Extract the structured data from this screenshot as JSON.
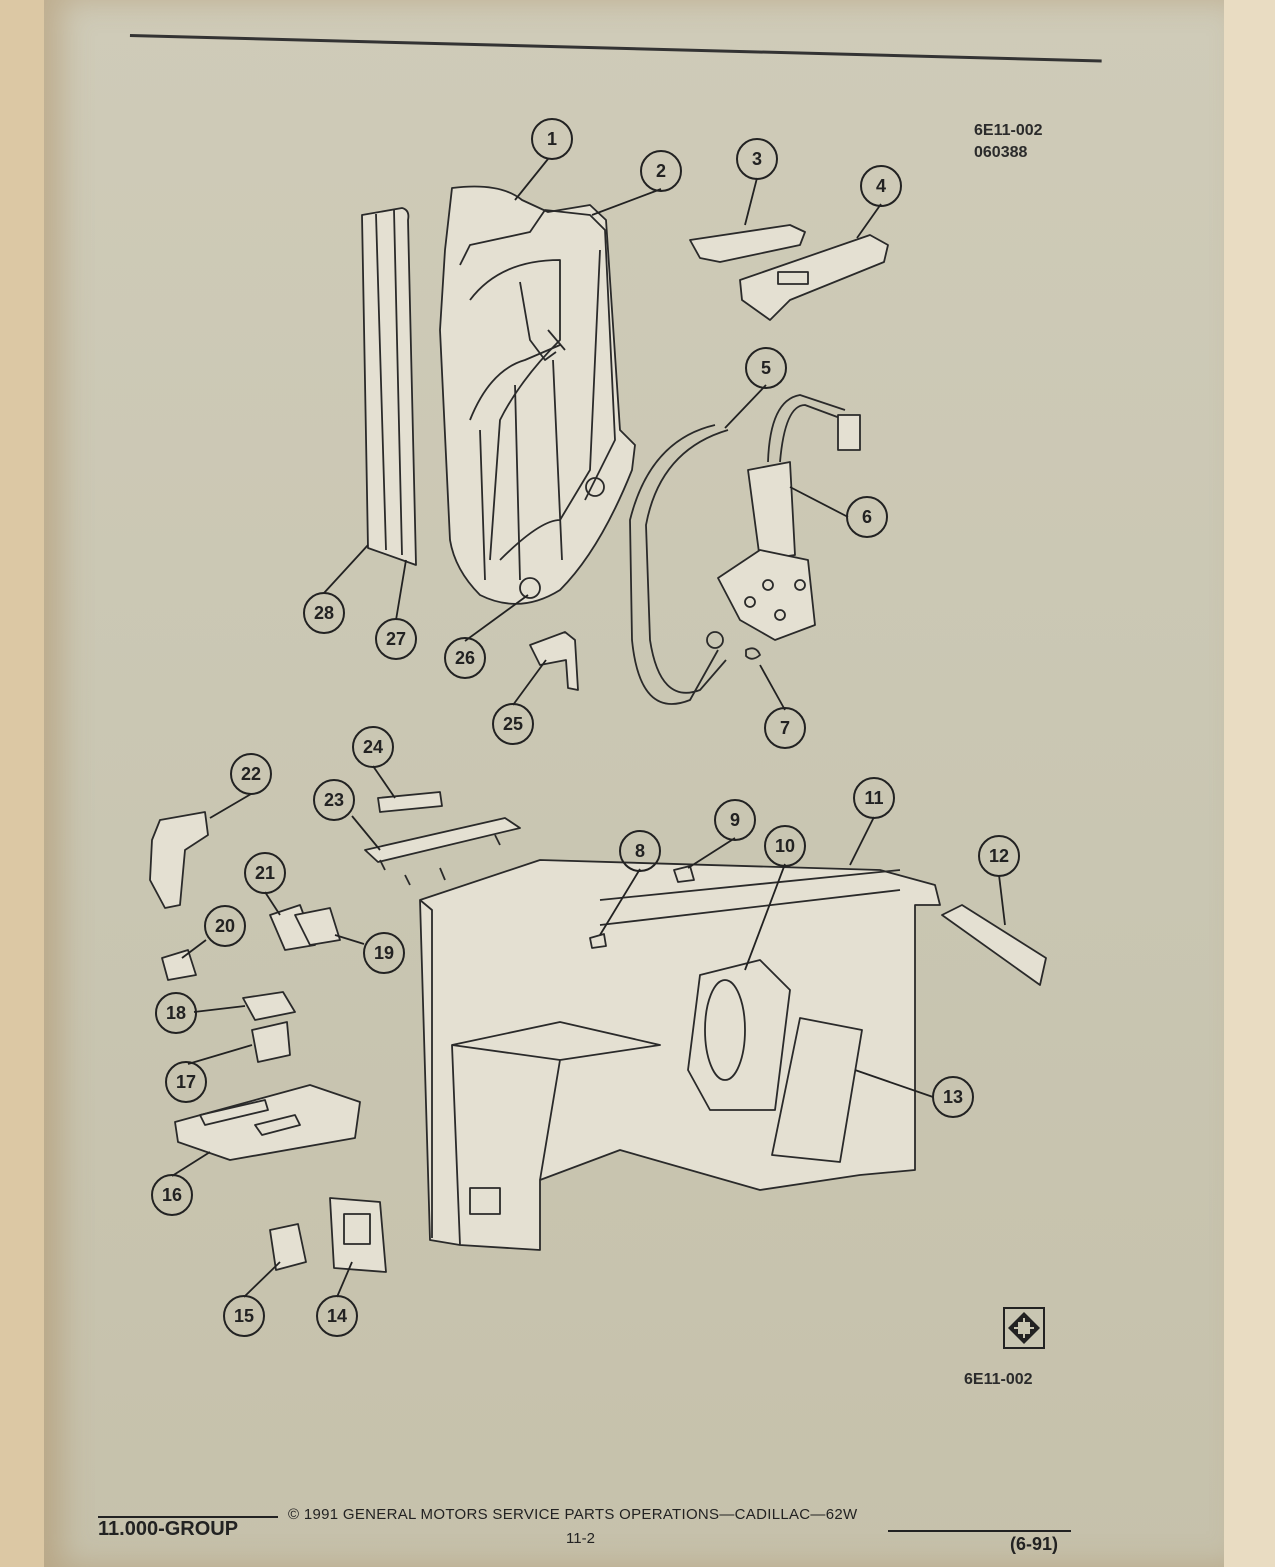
{
  "header": {
    "code_line1": "6E11-002",
    "code_line2": "060388"
  },
  "figure": {
    "code_bottom": "6E11-002",
    "callouts": [
      "1",
      "2",
      "3",
      "4",
      "5",
      "6",
      "7",
      "8",
      "9",
      "10",
      "11",
      "12",
      "13",
      "14",
      "15",
      "16",
      "17",
      "18",
      "19",
      "20",
      "21",
      "22",
      "23",
      "24",
      "25",
      "26",
      "27",
      "28"
    ],
    "logo_icon": "gm-parts-diamond-icon"
  },
  "footer": {
    "group": "11.000-GROUP",
    "copyright": "© 1991 GENERAL MOTORS SERVICE PARTS OPERATIONS—CADILLAC—62W",
    "page": "11-2",
    "revision": "(6-91)"
  }
}
